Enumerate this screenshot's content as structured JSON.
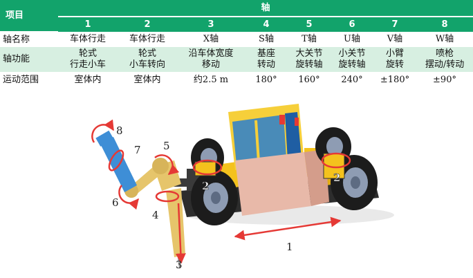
{
  "table": {
    "header_item": "项目",
    "header_axis": "轴",
    "axis_numbers": [
      "1",
      "2",
      "3",
      "4",
      "5",
      "6",
      "7",
      "8"
    ],
    "rows": [
      {
        "label": "轴名称",
        "cells": [
          "车体行走",
          "车体行走",
          "X轴",
          "S轴",
          "T轴",
          "U轴",
          "V轴",
          "W轴"
        ]
      },
      {
        "label": "轴功能",
        "cells": [
          [
            "轮式",
            "行走小车"
          ],
          [
            "轮式",
            "小车转向"
          ],
          [
            "沿车体宽度",
            "移动"
          ],
          [
            "基座",
            "转动"
          ],
          [
            "大关节",
            "旋转轴"
          ],
          [
            "小关节",
            "旋转轴"
          ],
          [
            "小臂",
            "旋转"
          ],
          [
            "喷枪",
            "摆动/转动"
          ]
        ]
      },
      {
        "label": "运动范围",
        "cells": [
          "室体内",
          "室体内",
          "约2.5 m",
          "180°",
          "160°",
          "240°",
          "±180°",
          "±90°"
        ]
      }
    ]
  },
  "diagram": {
    "callouts": [
      "1",
      "2",
      "2",
      "3",
      "4",
      "5",
      "6",
      "7",
      "8"
    ],
    "colors": {
      "body": "#f4c21d",
      "cab": "#f6cf3a",
      "glass": "#2a7fcf",
      "box": "#e8b9a9",
      "arm": "#e6c56b",
      "forearm": "#3e8ed6",
      "wheel": "#1c1c1c",
      "hub": "#8e9cb3",
      "arrow": "#e53935"
    }
  }
}
